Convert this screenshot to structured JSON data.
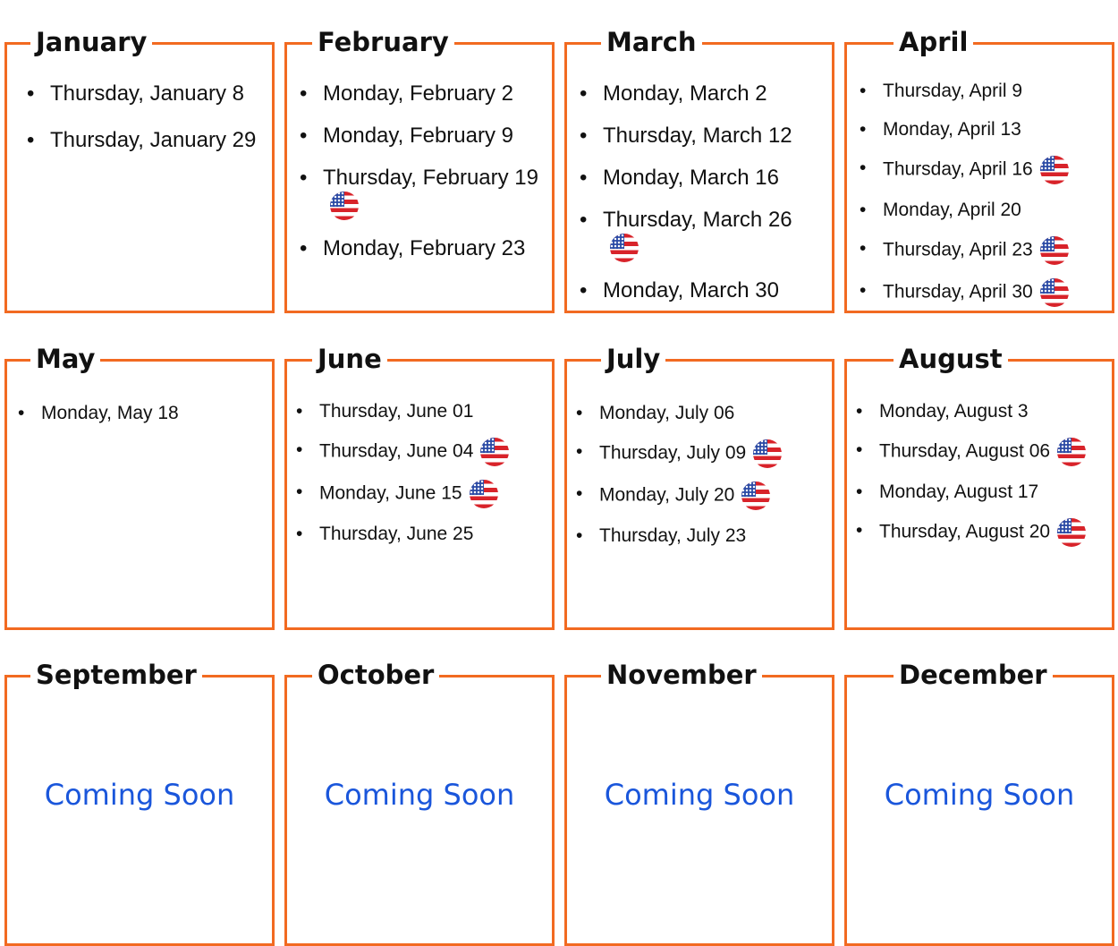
{
  "accent_color": "#f26a21",
  "link_color": "#1a56db",
  "flag_icon": "us-flag-icon",
  "months": [
    {
      "name": "January",
      "dates": [
        {
          "text": "Thursday, January 8",
          "flag": false
        },
        {
          "text": "Thursday, January 29",
          "flag": false
        }
      ]
    },
    {
      "name": "February",
      "dates": [
        {
          "text": "Monday, February 2",
          "flag": false
        },
        {
          "text": "Monday, February 9",
          "flag": false
        },
        {
          "text": "Thursday, February 19",
          "flag": true
        },
        {
          "text": "Monday, February 23",
          "flag": false
        }
      ]
    },
    {
      "name": "March",
      "dates": [
        {
          "text": "Monday, March 2",
          "flag": false
        },
        {
          "text": "Thursday, March 12",
          "flag": false
        },
        {
          "text": "Monday, March 16",
          "flag": false
        },
        {
          "text": "Thursday, March 26",
          "flag": true
        },
        {
          "text": "Monday, March 30",
          "flag": false
        }
      ]
    },
    {
      "name": "April",
      "dates": [
        {
          "text": "Thursday, April 9",
          "flag": false
        },
        {
          "text": "Monday, April 13",
          "flag": false
        },
        {
          "text": "Thursday, April 16",
          "flag": true
        },
        {
          "text": "Monday, April 20",
          "flag": false
        },
        {
          "text": "Thursday, April 23",
          "flag": true
        },
        {
          "text": "Thursday, April 30",
          "flag": true
        }
      ]
    },
    {
      "name": "May",
      "dates": [
        {
          "text": "Monday, May 18",
          "flag": false
        }
      ]
    },
    {
      "name": "June",
      "dates": [
        {
          "text": "Thursday, June 01",
          "flag": false
        },
        {
          "text": "Thursday, June 04",
          "flag": true
        },
        {
          "text": "Monday, June 15",
          "flag": true
        },
        {
          "text": "Thursday, June 25",
          "flag": false
        }
      ]
    },
    {
      "name": "July",
      "dates": [
        {
          "text": "Monday, July 06",
          "flag": false
        },
        {
          "text": "Thursday, July 09",
          "flag": true
        },
        {
          "text": "Monday, July 20",
          "flag": true
        },
        {
          "text": "Thursday, July 23",
          "flag": false
        }
      ]
    },
    {
      "name": "August",
      "dates": [
        {
          "text": "Monday, August 3",
          "flag": false
        },
        {
          "text": "Thursday, August 06",
          "flag": true
        },
        {
          "text": "Monday, August 17",
          "flag": false
        },
        {
          "text": "Thursday, August 20",
          "flag": true
        }
      ]
    },
    {
      "name": "September",
      "coming_soon": "Coming Soon"
    },
    {
      "name": "October",
      "coming_soon": "Coming Soon"
    },
    {
      "name": "November",
      "coming_soon": "Coming Soon"
    },
    {
      "name": "December",
      "coming_soon": "Coming Soon"
    }
  ]
}
